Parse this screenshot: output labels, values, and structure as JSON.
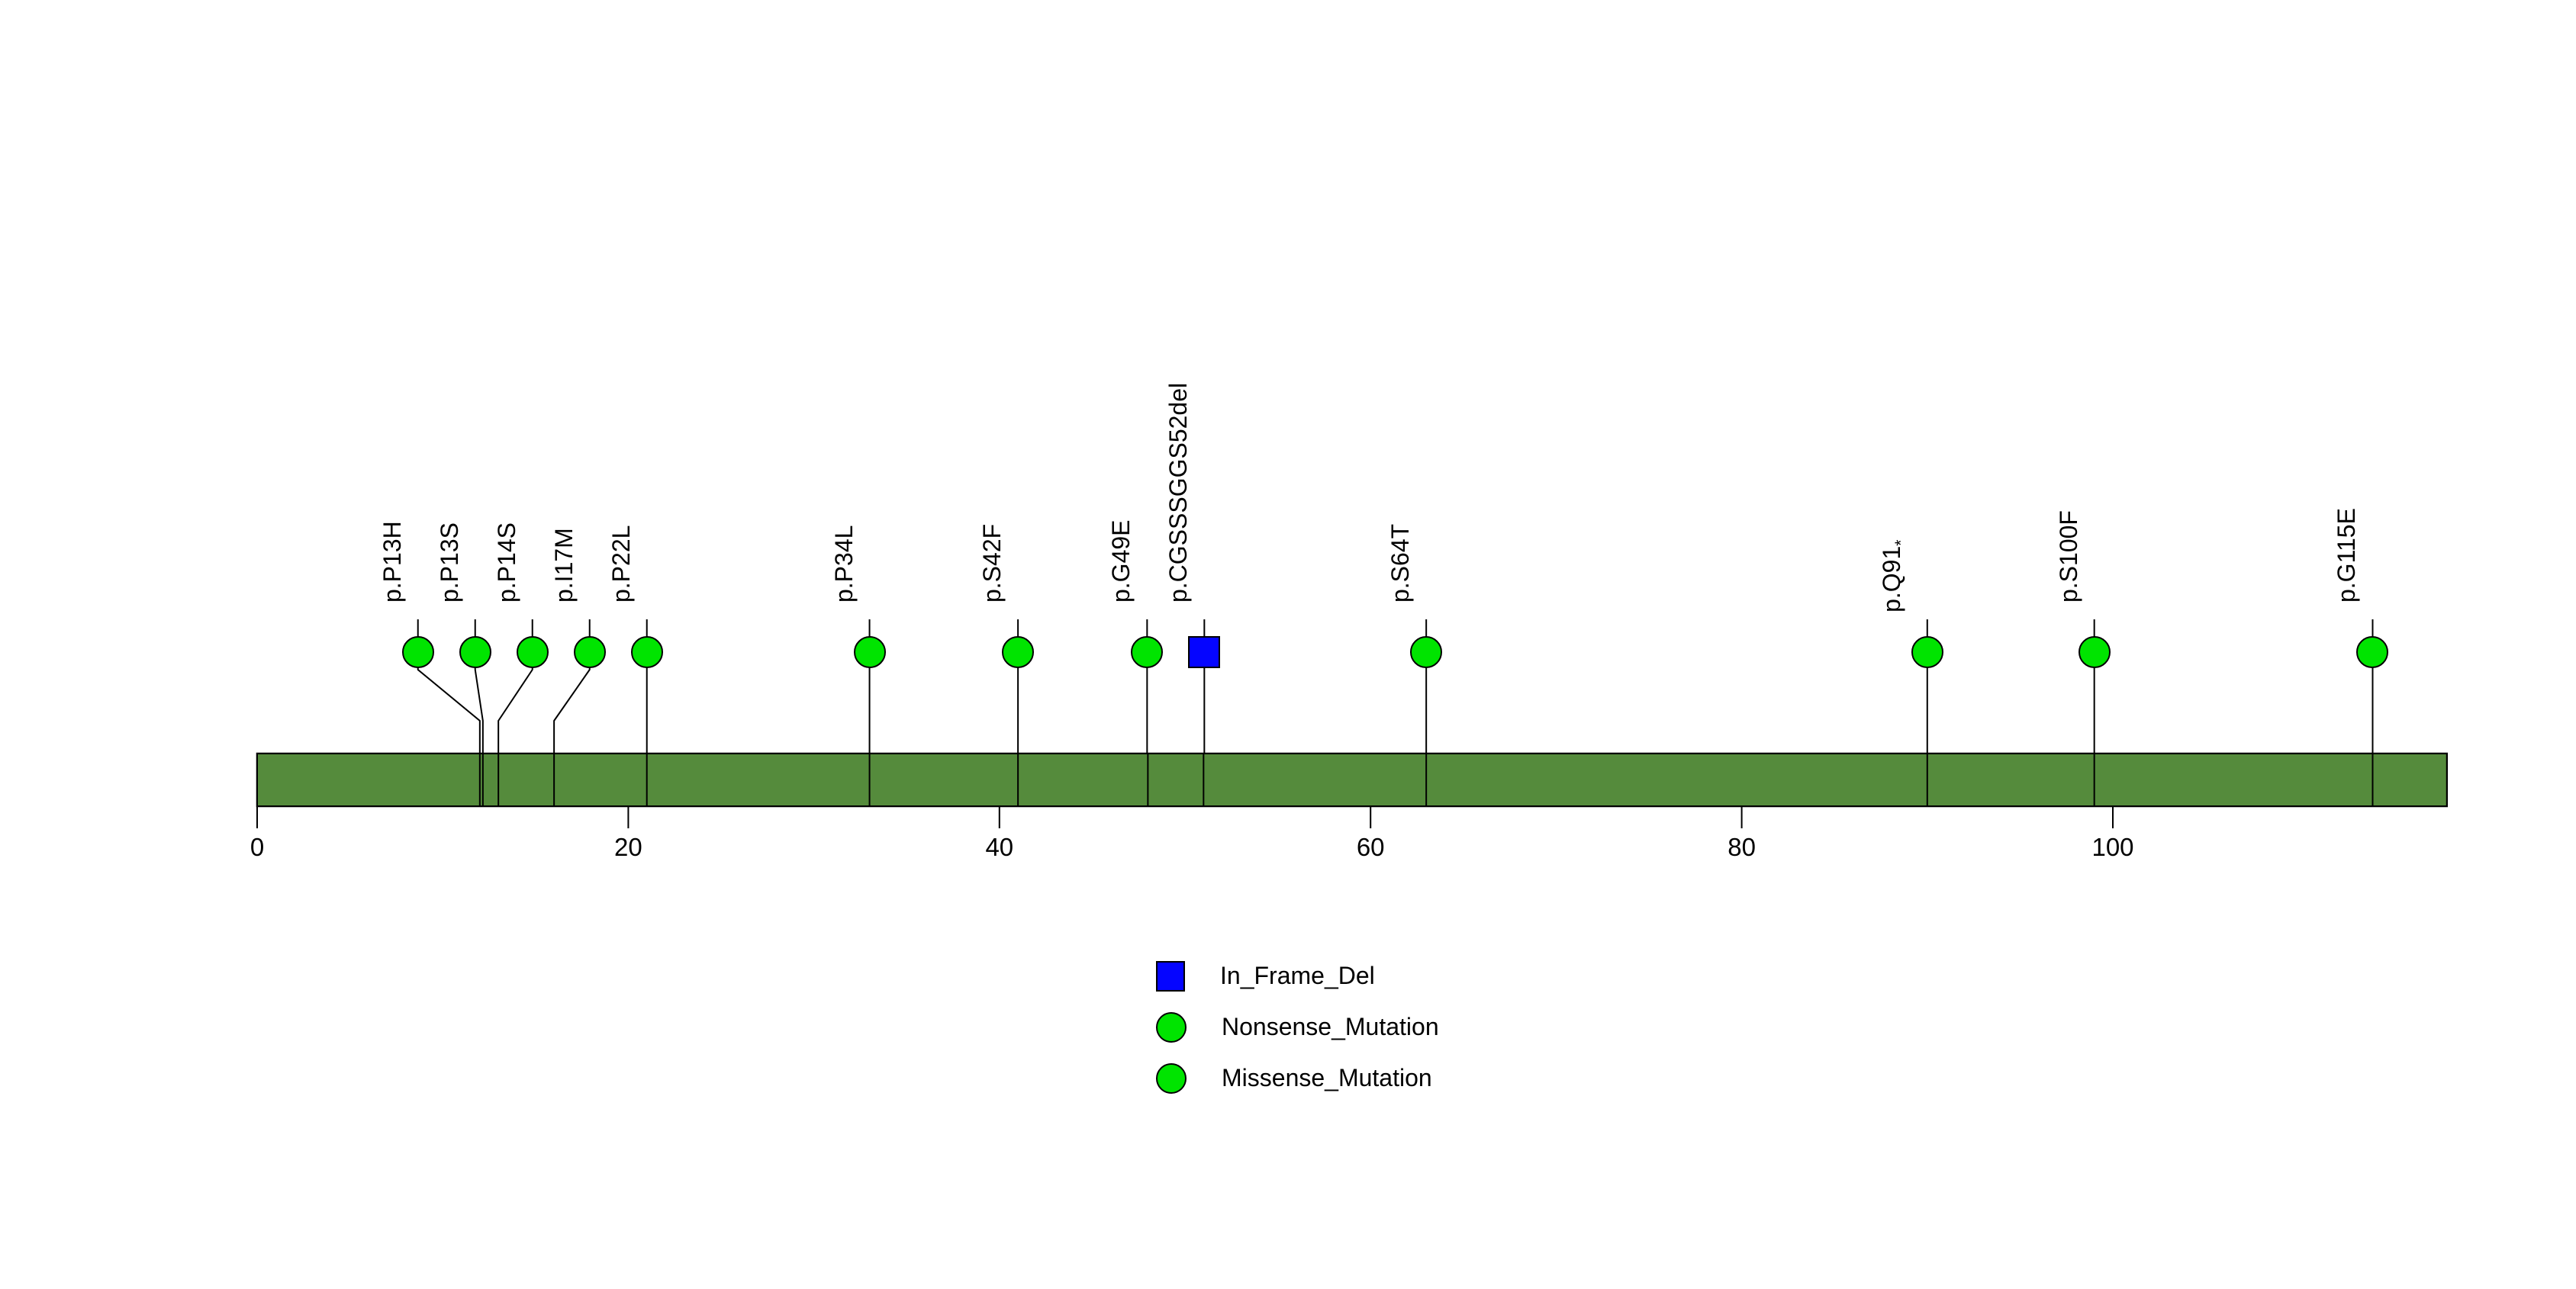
{
  "chart_data": {
    "type": "lollipop",
    "title": "",
    "axis": {
      "min": 0,
      "max": 118,
      "ticks": [
        0,
        20,
        40,
        60,
        80,
        100
      ],
      "tick_labels": [
        "0",
        "20",
        "40",
        "60",
        "80",
        "100"
      ]
    },
    "protein_bar": {
      "start": 0,
      "end": 118,
      "fill_color": "#558b3c",
      "border_color": "#000000"
    },
    "marker_colors": {
      "Missense_Mutation": "#00e400",
      "Nonsense_Mutation": "#00e400",
      "In_Frame_Del": "#0505ff"
    },
    "marker_shapes": {
      "Missense_Mutation": "circle",
      "Nonsense_Mutation": "circle",
      "In_Frame_Del": "square"
    },
    "mutations": [
      {
        "label": "p.P13H",
        "position": 13,
        "class": "Missense_Mutation"
      },
      {
        "label": "p.P13S",
        "position": 13,
        "class": "Missense_Mutation"
      },
      {
        "label": "p.P14S",
        "position": 14,
        "class": "Missense_Mutation"
      },
      {
        "label": "p.I17M",
        "position": 17,
        "class": "Missense_Mutation"
      },
      {
        "label": "p.P22L",
        "position": 22,
        "class": "Missense_Mutation"
      },
      {
        "label": "p.P34L",
        "position": 34,
        "class": "Missense_Mutation"
      },
      {
        "label": "p.S42F",
        "position": 42,
        "class": "Missense_Mutation"
      },
      {
        "label": "p.G49E",
        "position": 49,
        "class": "Missense_Mutation"
      },
      {
        "label": "p.CGSSSGGS52del",
        "position": 52,
        "class": "In_Frame_Del"
      },
      {
        "label": "p.S64T",
        "position": 64,
        "class": "Missense_Mutation"
      },
      {
        "label": "p.Q91*",
        "position": 91,
        "class": "Nonsense_Mutation"
      },
      {
        "label": "p.S100F",
        "position": 100,
        "class": "Missense_Mutation"
      },
      {
        "label": "p.G115E",
        "position": 115,
        "class": "Missense_Mutation"
      }
    ],
    "legend": [
      {
        "label": "In_Frame_Del",
        "shape": "square",
        "color": "#0505ff"
      },
      {
        "label": "Nonsense_Mutation",
        "shape": "circle",
        "color": "#00e400"
      },
      {
        "label": "Missense_Mutation",
        "shape": "circle",
        "color": "#00e400"
      }
    ]
  }
}
